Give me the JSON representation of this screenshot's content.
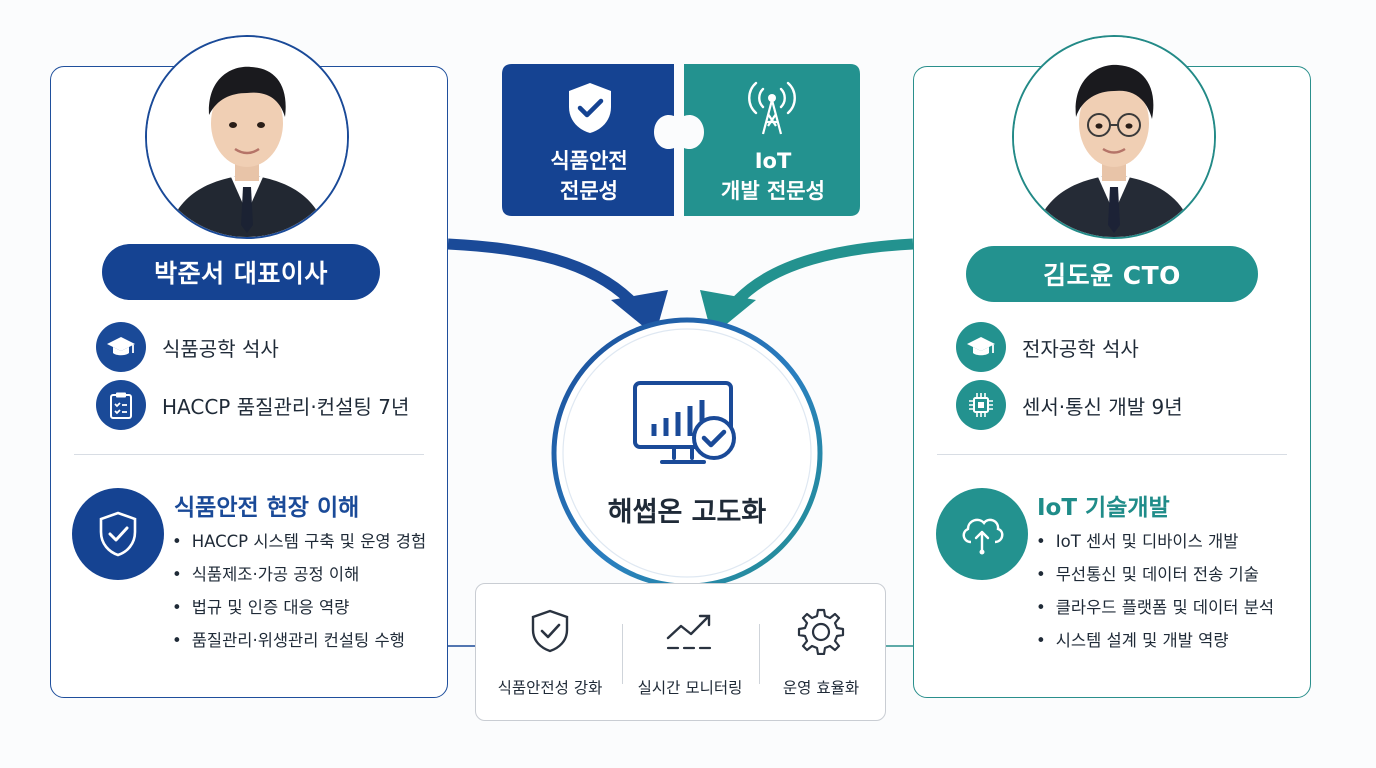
{
  "left_person": {
    "name": "박준서 대표이사",
    "credentials": [
      {
        "icon": "graduation-cap-icon",
        "text": "식품공학 석사"
      },
      {
        "icon": "clipboard-check-icon",
        "text": "HACCP 품질관리·컨설팅 7년"
      }
    ],
    "section": {
      "icon": "shield-check-icon",
      "title": "식품안전 현장 이해",
      "bullets": [
        "HACCP 시스템 구축 및 운영 경험",
        "식품제조·가공 공정 이해",
        "법규 및 인증 대응 역량",
        "품질관리·위생관리 컨설팅 수행"
      ]
    }
  },
  "right_person": {
    "name": "김도윤 CTO",
    "credentials": [
      {
        "icon": "graduation-cap-icon",
        "text": "전자공학 석사"
      },
      {
        "icon": "chip-icon",
        "text": "센서·통신 개발 9년"
      }
    ],
    "section": {
      "icon": "cloud-upload-icon",
      "title": "IoT 기술개발",
      "bullets": [
        "IoT 센서 및 디바이스 개발",
        "무선통신 및 데이터 전송 기술",
        "클라우드 플랫폼 및 데이터 분석",
        "시스템 설계 및 개발 역량"
      ]
    }
  },
  "puzzle": {
    "left": {
      "line1": "식품안전",
      "line2": "전문성",
      "icon": "shield-check-icon"
    },
    "right": {
      "line1": "IoT",
      "line2": "개발 전문성",
      "icon": "antenna-icon"
    }
  },
  "center": {
    "label": "해썹온 고도화",
    "icon": "monitor-chart-check-icon"
  },
  "benefits": [
    {
      "icon": "shield-check-icon",
      "label": "식품안전성 강화"
    },
    {
      "icon": "trend-line-icon",
      "label": "실시간 모니터링"
    },
    {
      "icon": "gear-icon",
      "label": "운영 효율화"
    }
  ],
  "colors": {
    "navy": "#154392",
    "teal": "#23928f"
  }
}
